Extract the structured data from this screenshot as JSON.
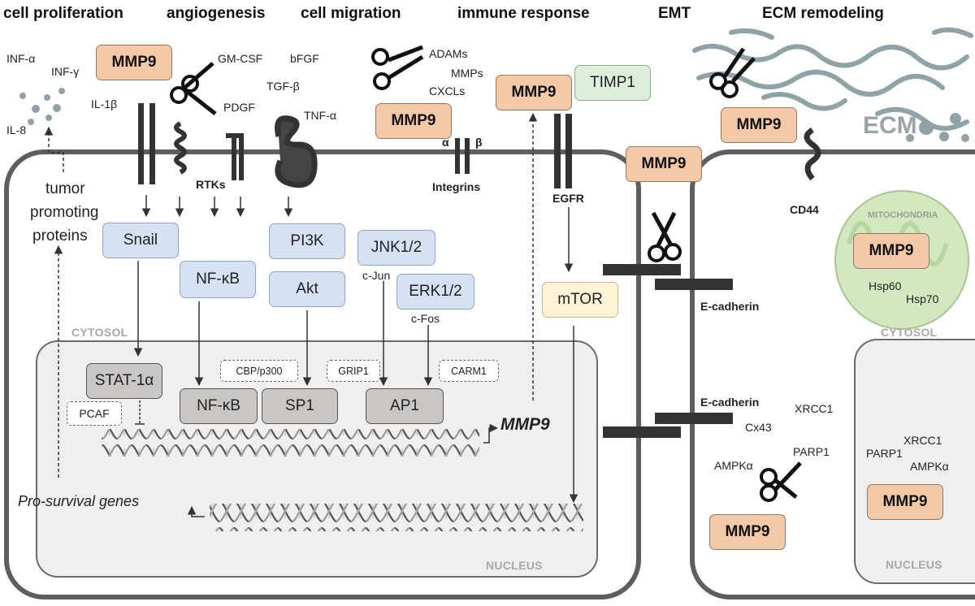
{
  "headers": {
    "cell_proliferation": "cell proliferation",
    "angiogenesis": "angiogenesis",
    "cell_migration": "cell migration",
    "immune_response": "immune response",
    "emt": "EMT",
    "ecm_remodeling": "ECM remodeling"
  },
  "cytokines": {
    "inf_a": "INF-α",
    "inf_g": "INF-γ",
    "il1b": "IL-1β",
    "il8": "IL-8",
    "gmcsf": "GM-CSF",
    "bfgf": "bFGF",
    "tgfb": "TGF-β",
    "pdgf": "PDGF",
    "tnfa": "TNF-α",
    "adams": "ADAMs",
    "mmps": "MMPs",
    "cxcls": "CXCLs"
  },
  "mmp9_label": "MMP9",
  "mmp9_gene": "MMP9",
  "timp1": "TIMP1",
  "ecm": "ECM",
  "receptors": {
    "rtks": "RTKs",
    "integrins": "Integrins",
    "alpha": "α",
    "beta": "β",
    "egfr": "EGFR",
    "cd44": "CD44",
    "ecadherin": "E-cadherin"
  },
  "signaling": {
    "snail": "Snail",
    "nfkb": "NF-κB",
    "pi3k": "PI3K",
    "akt": "Akt",
    "jnk": "JNK1/2",
    "cjun": "c-Jun",
    "erk": "ERK1/2",
    "cfos": "c-Fos",
    "mtor": "mTOR"
  },
  "nuclear": {
    "stat1a": "STAT-1α",
    "pcaf": "PCAF",
    "nfkb": "NF-κB",
    "sp1": "SP1",
    "ap1": "AP1",
    "cbp": "CBP/p300",
    "grip1": "GRIP1",
    "carm1": "CARM1"
  },
  "tumor_promoting": [
    "tumor",
    "promoting",
    "proteins"
  ],
  "pro_survival": "Pro-survival genes",
  "regions": {
    "cytosol": "CYTOSOL",
    "nucleus": "NUCLEUS",
    "mitochondria": "MITOCHONDRIA"
  },
  "dna_repair": {
    "xrcc1": "XRCC1",
    "cx43": "Cx43",
    "parp1": "PARP1",
    "ampka": "AMPKα"
  },
  "heat_shock": {
    "hsp60": "Hsp60",
    "hsp70": "Hsp70"
  },
  "colors": {
    "mmp9_fill": "#f4c9a8",
    "timp1_fill": "#ddeedd",
    "signal_fill": "#d6e1f3",
    "tf_fill": "#c9c6c6",
    "mtor_fill": "#fdf3d6",
    "mito_fill": "#d3e8c0",
    "membrane": "#5e5e5e",
    "ecm_fiber": "#8ea2a8"
  }
}
